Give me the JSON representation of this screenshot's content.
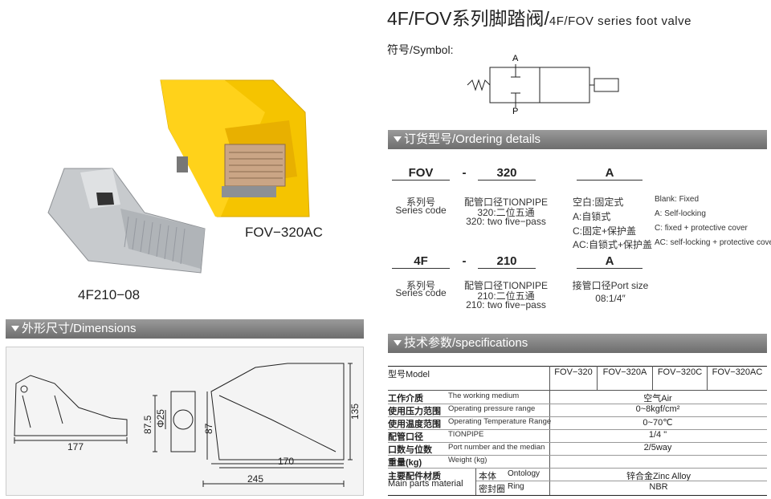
{
  "header": {
    "title_main": "4F/FOV系列脚踏阀/",
    "title_sub": "4F/FOV series foot valve",
    "symbol_label": "符号/Symbol:",
    "symbol_port_a": "A",
    "symbol_port_p": "P"
  },
  "photos": {
    "caption_fov": "FOV−320AC",
    "caption_4f": "4F210−08"
  },
  "dimensions": {
    "section_title": "外形尺寸/Dimensions",
    "labels": [
      "177",
      "87.5",
      "Φ25",
      "87",
      "135",
      "170",
      "245"
    ]
  },
  "ordering": {
    "section_title": "订货型号/Ordering details",
    "fov": {
      "code": "FOV",
      "dash": "-",
      "pipe": "320",
      "suffix": "A",
      "series_zh": "系列号",
      "series_en": "Series code",
      "pipe_zh": "配管口径TIONPIPE",
      "pipe_line1": "320:二位五通",
      "pipe_line2": "320: two five−pass",
      "options_zh": [
        "空白:固定式",
        "A:自锁式",
        "C:固定+保护盖",
        "AC:自锁式+保护盖"
      ],
      "options_en": [
        "Blank: Fixed",
        "A: Self-locking",
        "C: fixed + protective cover",
        "AC: self-locking + protective cover"
      ]
    },
    "f4": {
      "code": "4F",
      "dash": "-",
      "pipe": "210",
      "suffix": "A",
      "series_zh": "系列号",
      "series_en": "Series code",
      "pipe_zh": "配管口径TIONPIPE",
      "pipe_line1": "210:二位五通",
      "pipe_line2": "210: two five−pass",
      "port_title": "接管口径Port size",
      "port_value": "08:1/4″"
    }
  },
  "specs": {
    "section_title": "技术参数/specifications",
    "model_label": "型号Model",
    "models": [
      "FOV−320",
      "FOV−320A",
      "FOV−320C",
      "FOV−320AC"
    ],
    "rows": [
      {
        "zh": "工作介质",
        "en": "The working medium",
        "val": "空气Air"
      },
      {
        "zh": "使用压力范围",
        "en": "Operating pressure range",
        "val": "0~8kgf/cm²"
      },
      {
        "zh": "使用温度范围",
        "en": "Operating Temperature Range",
        "val": "0~70℃"
      },
      {
        "zh": "配管口径",
        "en": "TIONPIPE",
        "val": "1/4 \""
      },
      {
        "zh": "口数与位数",
        "en": "Port number and the median",
        "val": "2/5way"
      },
      {
        "zh": "重量(kg)",
        "en": "Weight (kg)",
        "val": ""
      }
    ],
    "material": {
      "zh": "主要配件材质",
      "en": "Main parts material",
      "body_zh": "本体",
      "body_en": "Ontology",
      "body_val": "锌合金Zinc Alloy",
      "seal_zh": "密封圈",
      "seal_en": "Ring",
      "seal_val": "NBR"
    }
  },
  "colors": {
    "bar": "#7d7d7d",
    "pedal_yellow": "#f5c400",
    "metal": "#b9bcc0"
  }
}
